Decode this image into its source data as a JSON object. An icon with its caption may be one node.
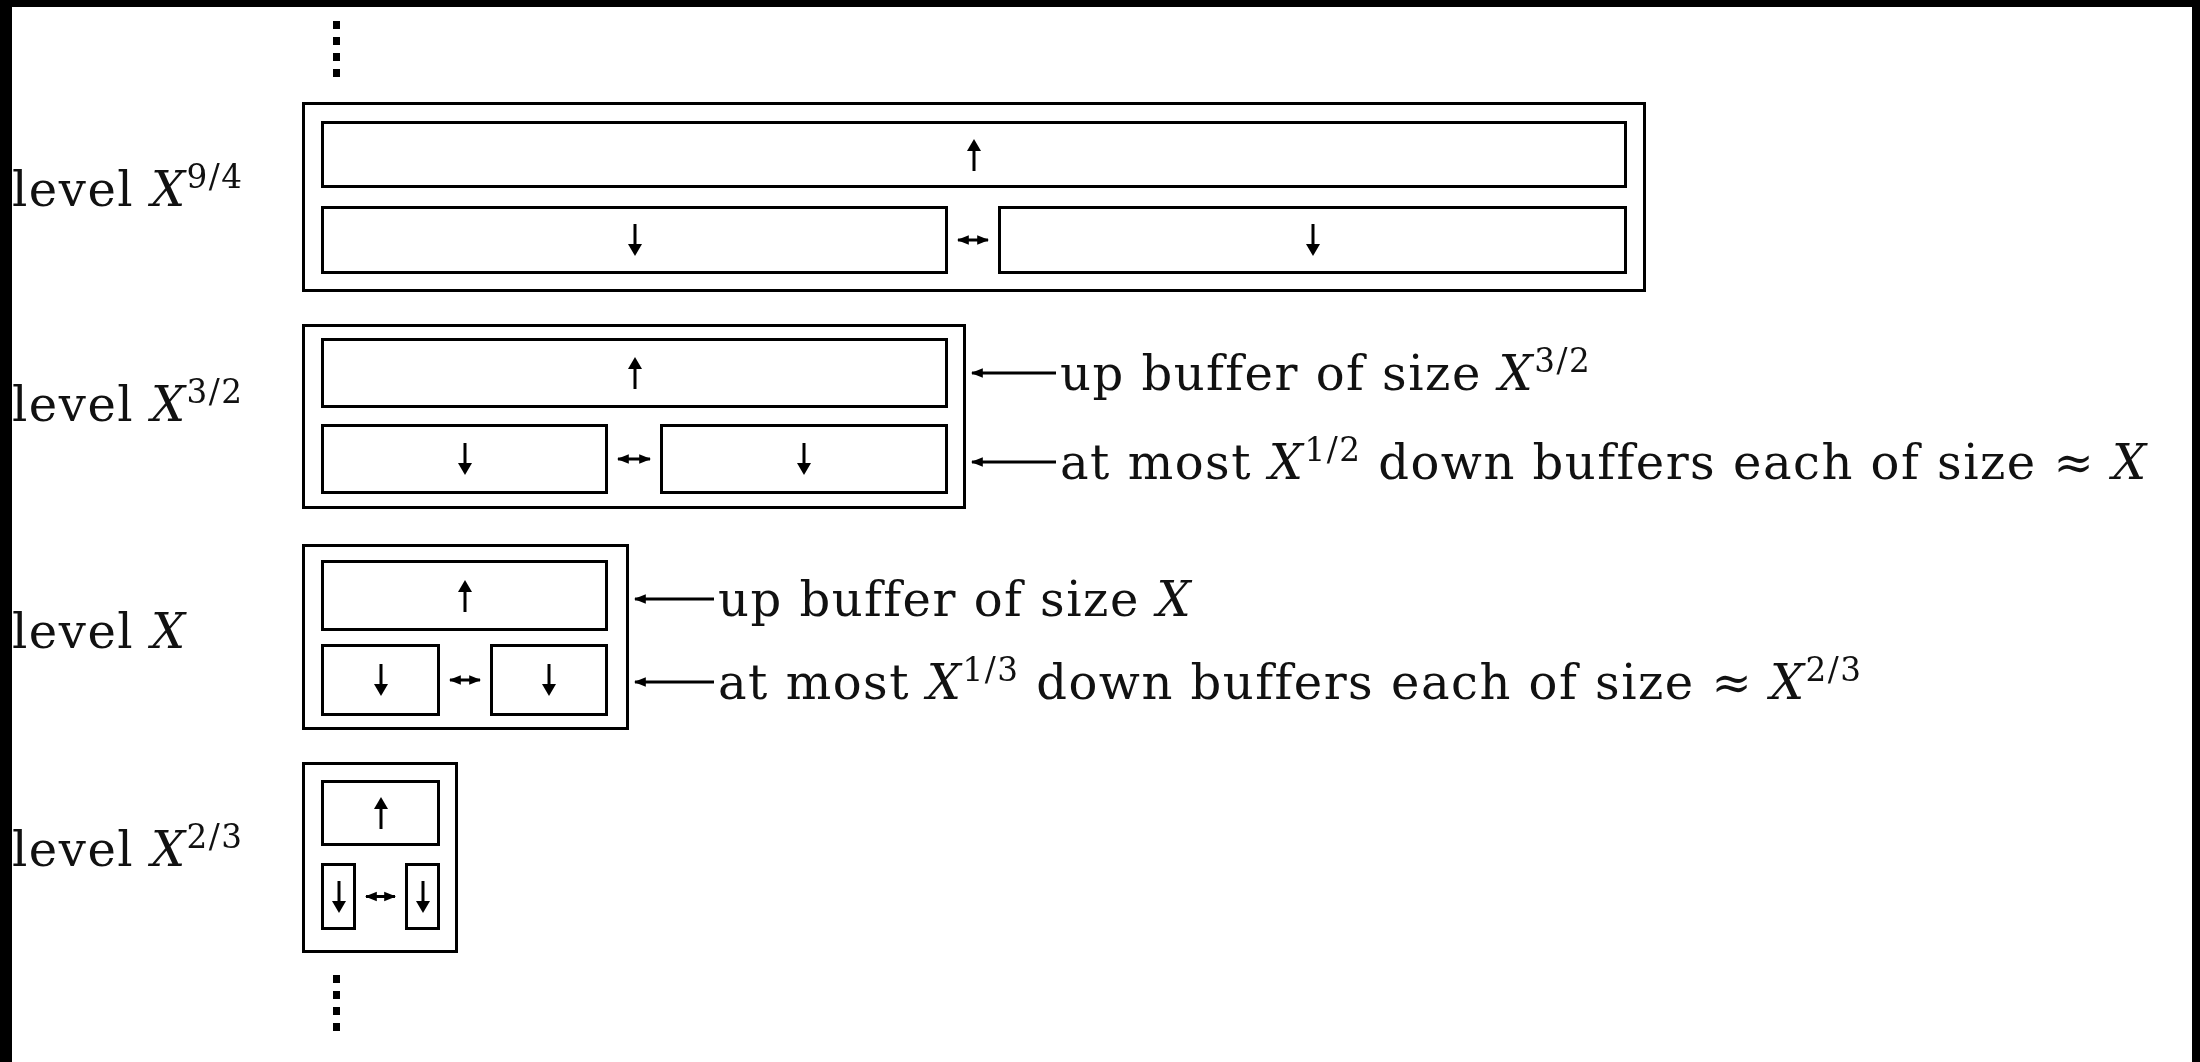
{
  "diagram": {
    "nodes": [
      {
        "text": [],
        "shape": "box",
        "beside": [
          "level *X*$^{9/4}$"
        ]
      },
      {
        "text": [],
        "shape": "box",
        "in": 0
      },
      {
        "text": [],
        "shape": "box",
        "in": 0
      },
      {
        "text": [],
        "shape": "box",
        "in": 0
      },
      {
        "text": [],
        "shape": "box",
        "beside": [
          "level *X*$^{3/2}$"
        ]
      },
      {
        "text": [],
        "shape": "box",
        "in": 4
      },
      {
        "text": [],
        "shape": "box",
        "in": 4
      },
      {
        "text": [],
        "shape": "box",
        "in": 4
      },
      {
        "text": [
          "up buffer of size *X*$^{3/2}$"
        ]
      },
      {
        "text": [
          "at most *X*$^{1/2}$ down buffers each of size ≈ *X*"
        ]
      },
      {
        "text": [],
        "shape": "box",
        "beside": [
          "level *X*"
        ]
      },
      {
        "text": [],
        "shape": "box",
        "in": 10
      },
      {
        "text": [],
        "shape": "box",
        "in": 10
      },
      {
        "text": [],
        "shape": "box",
        "in": 10
      },
      {
        "text": [
          "up buffer of size *X*"
        ]
      },
      {
        "text": [
          "at most *X*$^{1/3}$ down buffers each of size ≈ *X*$^{2/3}$"
        ]
      },
      {
        "text": [],
        "shape": "box",
        "beside": [
          "level *X*$^{2/3}$"
        ]
      },
      {
        "text": [],
        "shape": "box",
        "in": 16
      },
      {
        "text": [],
        "shape": "box",
        "in": 16
      },
      {
        "text": [],
        "shape": "box",
        "in": 16
      }
    ],
    "edges": [
      {
        "from": 2,
        "to": 3,
        "arrow": "both"
      },
      {
        "from": 6,
        "to": 7,
        "arrow": "both"
      },
      {
        "from": 8,
        "to": 4,
        "arrow": "to"
      },
      {
        "from": 9,
        "to": 4,
        "arrow": "to"
      },
      {
        "from": 12,
        "to": 13,
        "arrow": "both"
      },
      {
        "from": 14,
        "to": 10,
        "arrow": "to"
      },
      {
        "from": 15,
        "to": 10,
        "arrow": "to"
      },
      {
        "from": 18,
        "to": 19,
        "arrow": "both"
      }
    ]
  }
}
